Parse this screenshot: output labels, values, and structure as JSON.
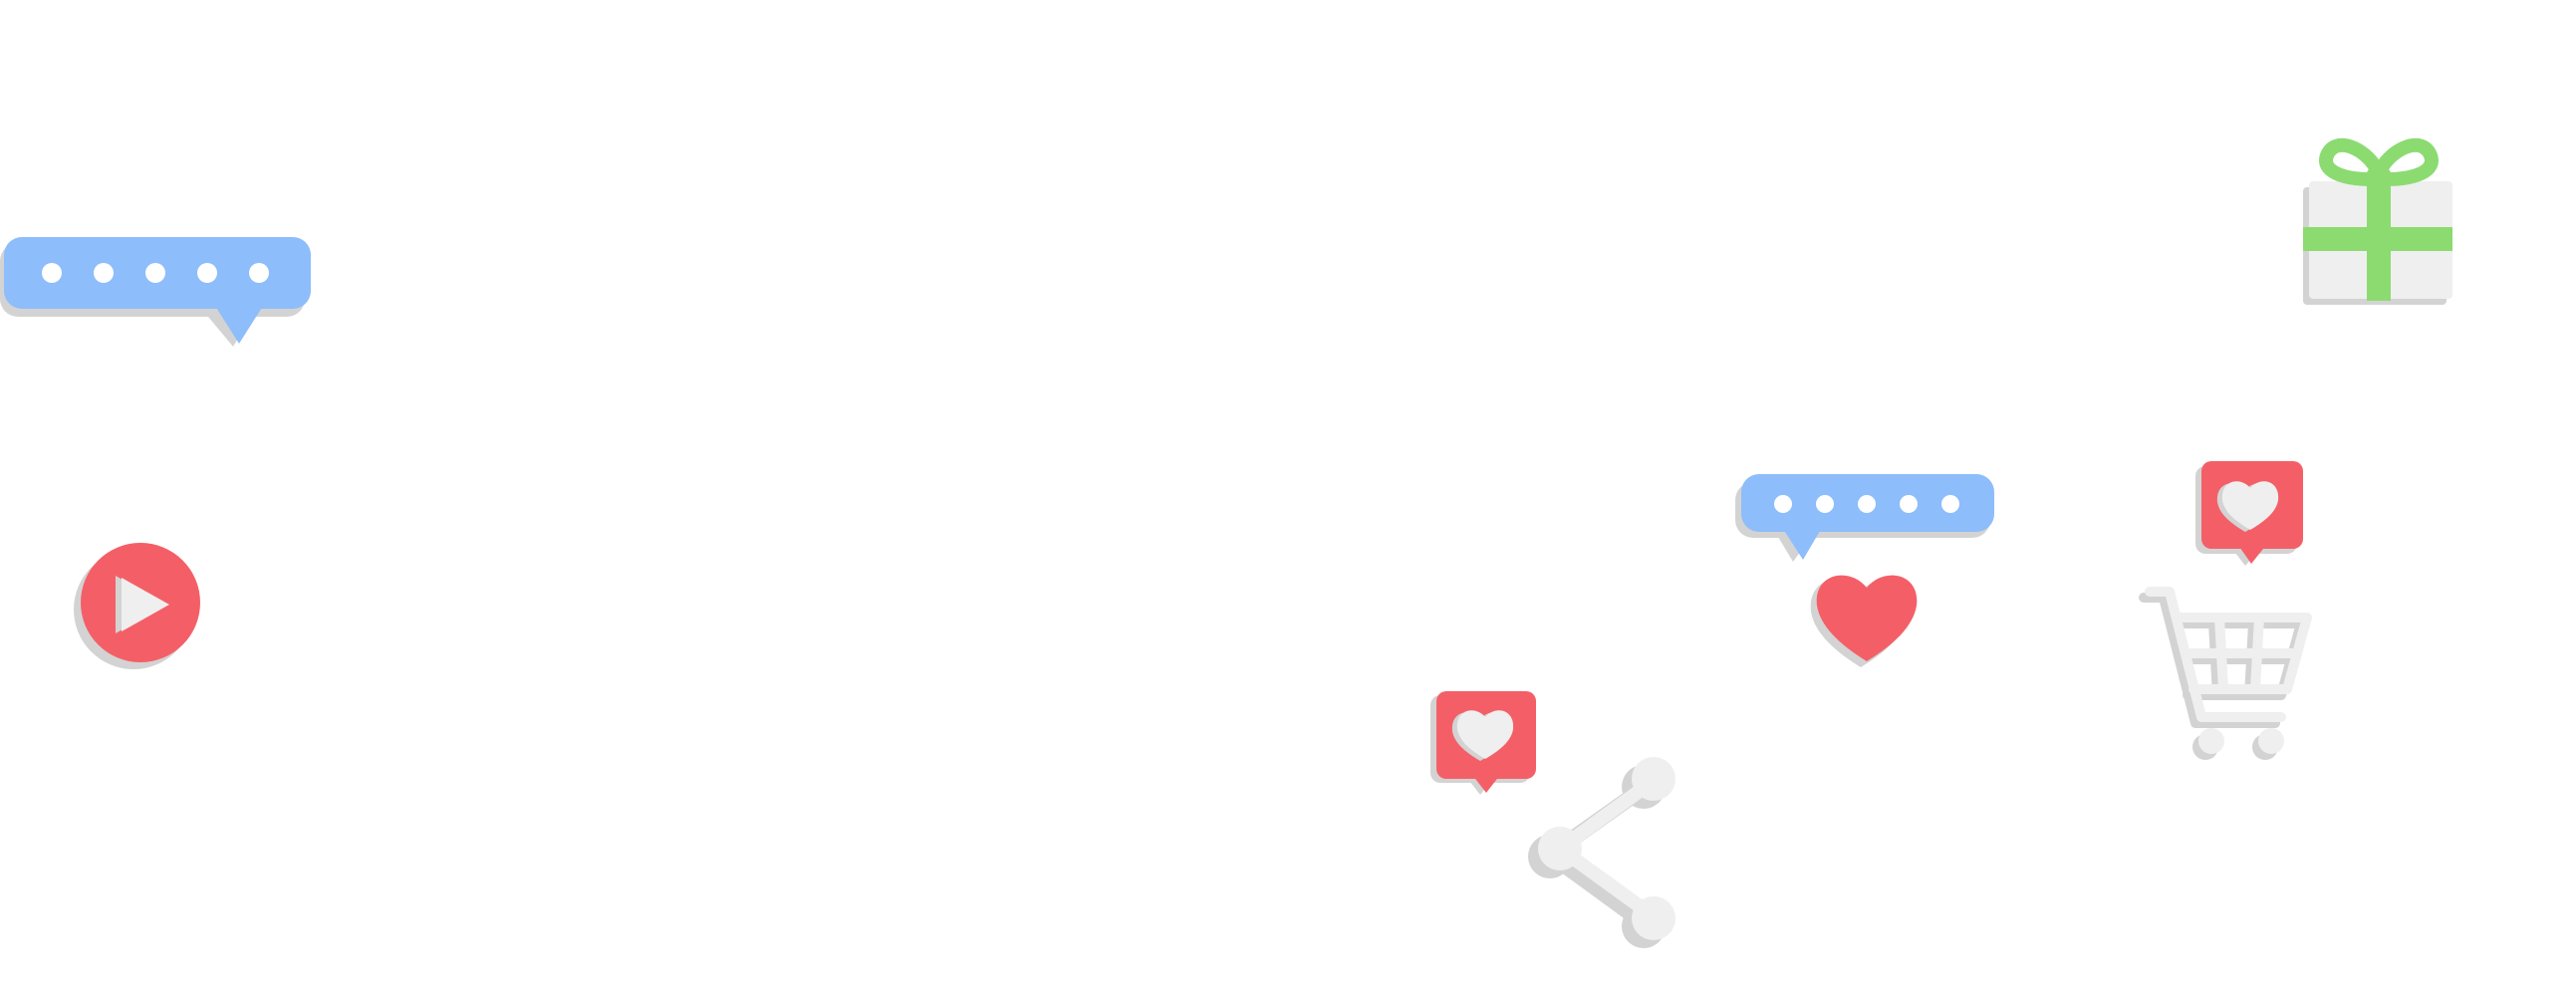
{
  "colors": {
    "background": "#ffffff",
    "chat_blue": "#8dbdfa",
    "like_red": "#f45f67",
    "heart_red": "#f45f67",
    "neutral_light": "#efefef",
    "shadow_gray": "#d3d3d3",
    "gift_green": "#8bdb71",
    "white": "#ffffff"
  },
  "icons": [
    {
      "name": "typing-chat-bubble-icon",
      "kind": "chat-bubble-dots",
      "color": "chat_blue"
    },
    {
      "name": "play-button-icon",
      "kind": "play-circle",
      "color": "like_red"
    },
    {
      "name": "typing-chat-bubble-small-icon",
      "kind": "chat-bubble-dots",
      "color": "chat_blue"
    },
    {
      "name": "heart-icon",
      "kind": "heart",
      "color": "heart_red"
    },
    {
      "name": "like-notification-icon",
      "kind": "heart-bubble",
      "color": "like_red"
    },
    {
      "name": "like-notification-right-icon",
      "kind": "heart-bubble",
      "color": "like_red"
    },
    {
      "name": "share-icon",
      "kind": "share",
      "color": "neutral_light"
    },
    {
      "name": "shopping-cart-icon",
      "kind": "cart",
      "color": "neutral_light"
    },
    {
      "name": "gift-box-icon",
      "kind": "gift",
      "color": "gift_green"
    }
  ]
}
